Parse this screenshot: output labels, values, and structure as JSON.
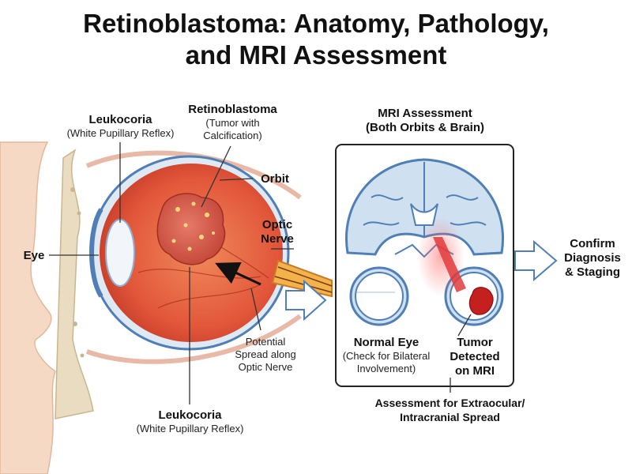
{
  "title": {
    "line1": "Retinoblastoma: Anatomy, Pathology,",
    "line2": "and MRI Assessment"
  },
  "anatomy": {
    "leukocoria_top": {
      "label": "Leukocoria",
      "sub": "(White Pupillary Reflex)"
    },
    "retinoblastoma": {
      "label": "Retinoblastoma",
      "sub1": "(Tumor with",
      "sub2": "Calcification)"
    },
    "orbit": "Orbit",
    "optic_nerve": {
      "line1": "Optic",
      "line2": "Nerve"
    },
    "eye": "Eye",
    "spread": {
      "line1": "Potential",
      "line2": "Spread along",
      "line3": "Optic Nerve"
    },
    "leukocoria_bottom": {
      "label": "Leukocoria",
      "sub": "(White Pupillary Reflex)"
    }
  },
  "mri": {
    "heading": {
      "line1": "MRI Assessment",
      "line2": "(Both Orbits & Brain)"
    },
    "normal_eye": {
      "label": "Normal Eye",
      "sub1": "(Check for Bilateral",
      "sub2": "Involvement)"
    },
    "tumor": {
      "line1": "Tumor",
      "line2": "Detected",
      "line3": "on MRI"
    },
    "spread": {
      "line1": "Assessment for Extraocular/",
      "line2": "Intracranial Spread"
    }
  },
  "outcome": {
    "line1": "Confirm",
    "line2": "Diagnosis",
    "line3": "& Staging"
  },
  "colors": {
    "globe": "#e2563a",
    "tumor": "#d9584a",
    "mri_blue": "#4f7fb5",
    "mri_fill": "#cfe0f0",
    "skin": "#f6d9c4",
    "bone": "#e9dcc0"
  }
}
